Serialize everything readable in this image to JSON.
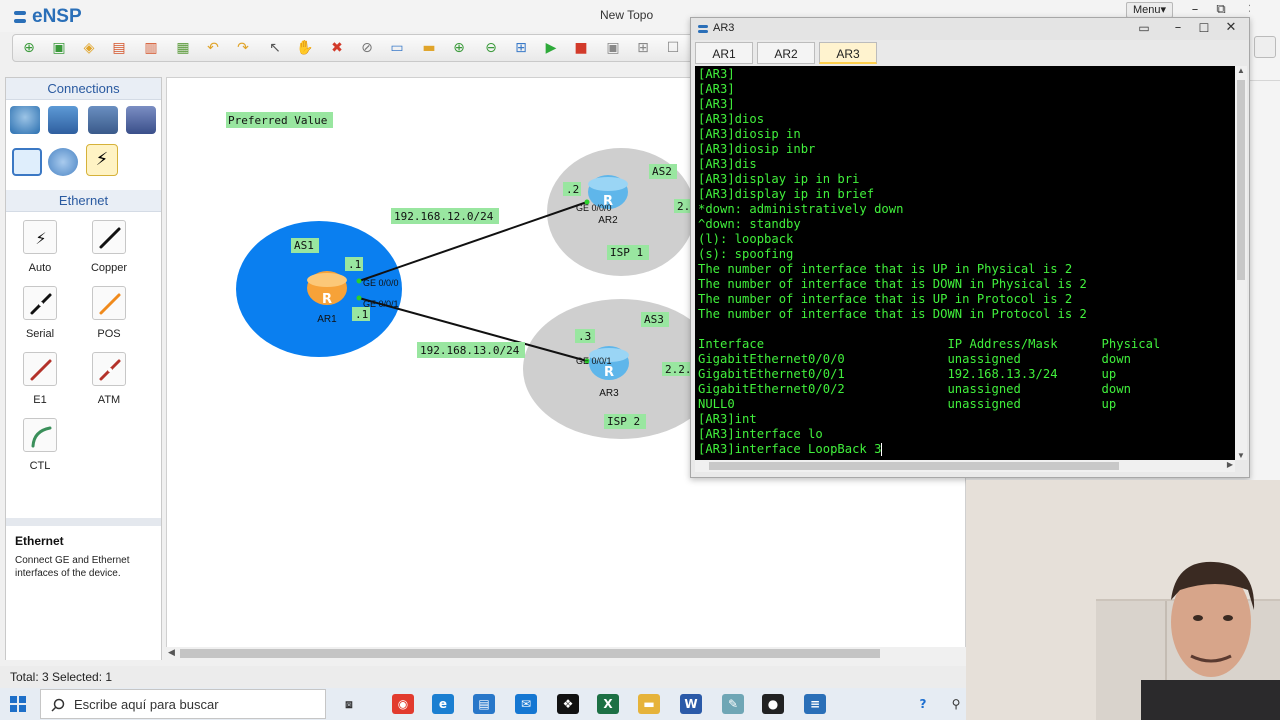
{
  "app": {
    "name": "eNSP",
    "title": "New Topo"
  },
  "title_controls": {
    "menu": "Menu▾",
    "minimize": "–",
    "restore": "⧉",
    "close": "✕"
  },
  "panels": {
    "connections_title": "Connections",
    "ethernet_title": "Ethernet",
    "cables": [
      {
        "label": "Auto",
        "color": "#111111"
      },
      {
        "label": "Copper",
        "color": "#111111"
      },
      {
        "label": "Serial",
        "color": "#111111"
      },
      {
        "label": "POS",
        "color": "#f08a1c"
      },
      {
        "label": "E1",
        "color": "#b4322a"
      },
      {
        "label": "ATM",
        "color": "#b4322a"
      },
      {
        "label": "CTL",
        "color": "#3a8f5a"
      }
    ],
    "info": {
      "title": "Ethernet",
      "description": "Connect GE and Ethernet interfaces of the device."
    }
  },
  "topology": {
    "label_preferred": "Preferred Value",
    "as1": "AS1",
    "as2": "AS2",
    "as3": "AS3",
    "isp1": "ISP 1",
    "isp2": "ISP 2",
    "net_12": "192.168.12.0/24",
    "net_13": "192.168.13.0/24",
    "ar1": {
      "name": "AR1",
      "glyph": "R",
      "if1": "GE 0/0/0",
      "if2": "GE 0/0/1",
      "ip1": ".1",
      "ip2": ".1"
    },
    "ar2": {
      "name": "AR2",
      "glyph": "R",
      "if": "GE 0/0/0",
      "ip": ".2",
      "side_ip": "2."
    },
    "ar3": {
      "name": "AR3",
      "glyph": "R",
      "if": "GE 0/0/1",
      "ip": ".3",
      "side_ip": "2.2."
    }
  },
  "status": {
    "text": "Total: 3  Selected: 1"
  },
  "terminal": {
    "title": "AR3",
    "controls": {
      "restore": "▭",
      "minimize": "–",
      "maximize": "☐",
      "close": "✕"
    },
    "tabs": [
      {
        "label": "AR1",
        "active": false
      },
      {
        "label": "AR2",
        "active": false
      },
      {
        "label": "AR3",
        "active": true
      }
    ],
    "lines": [
      "[AR3]",
      "[AR3]",
      "[AR3]",
      "[AR3]dios",
      "[AR3]diosip in",
      "[AR3]diosip inbr",
      "[AR3]dis",
      "[AR3]display ip in bri",
      "[AR3]display ip in brief",
      "*down: administratively down",
      "^down: standby",
      "(l): loopback",
      "(s): spoofing",
      "The number of interface that is UP in Physical is 2",
      "The number of interface that is DOWN in Physical is 2",
      "The number of interface that is UP in Protocol is 2",
      "The number of interface that is DOWN in Protocol is 2",
      "",
      "Interface                         IP Address/Mask      Physical",
      "GigabitEthernet0/0/0              unassigned           down",
      "GigabitEthernet0/0/1              192.168.13.3/24      up",
      "GigabitEthernet0/0/2              unassigned           down",
      "NULL0                             unassigned           up",
      "[AR3]int",
      "[AR3]interface lo"
    ],
    "current_line": "[AR3]interface LoopBack 3"
  },
  "taskbar": {
    "search_placeholder": "Escribe aquí para buscar",
    "icons": [
      {
        "name": "task-view-icon",
        "glyph": "⧈",
        "color": "#333333"
      },
      {
        "name": "chrome-icon",
        "glyph": "◉",
        "color": "#e23b2e"
      },
      {
        "name": "edge-icon",
        "glyph": "e",
        "color": "#1b7fd1"
      },
      {
        "name": "store-icon",
        "glyph": "▤",
        "color": "#2877c9"
      },
      {
        "name": "mail-icon",
        "glyph": "✉",
        "color": "#1577d2"
      },
      {
        "name": "dropbox-icon",
        "glyph": "❖",
        "color": "#111111"
      },
      {
        "name": "excel-icon",
        "glyph": "X",
        "color": "#1d7044"
      },
      {
        "name": "file-explorer-icon",
        "glyph": "▬",
        "color": "#e6b33a"
      },
      {
        "name": "word-icon",
        "glyph": "W",
        "color": "#2b5aa8"
      },
      {
        "name": "pen-app-icon",
        "glyph": "✎",
        "color": "#6fa6b5"
      },
      {
        "name": "obs-icon",
        "glyph": "●",
        "color": "#222222"
      },
      {
        "name": "ensp-taskbar-icon",
        "glyph": "≡",
        "color": "#2a6fb8"
      },
      {
        "name": "help-icon",
        "glyph": "?",
        "color": "#1d6fd0"
      },
      {
        "name": "people-icon",
        "glyph": "⚲",
        "color": "#333333"
      }
    ]
  }
}
